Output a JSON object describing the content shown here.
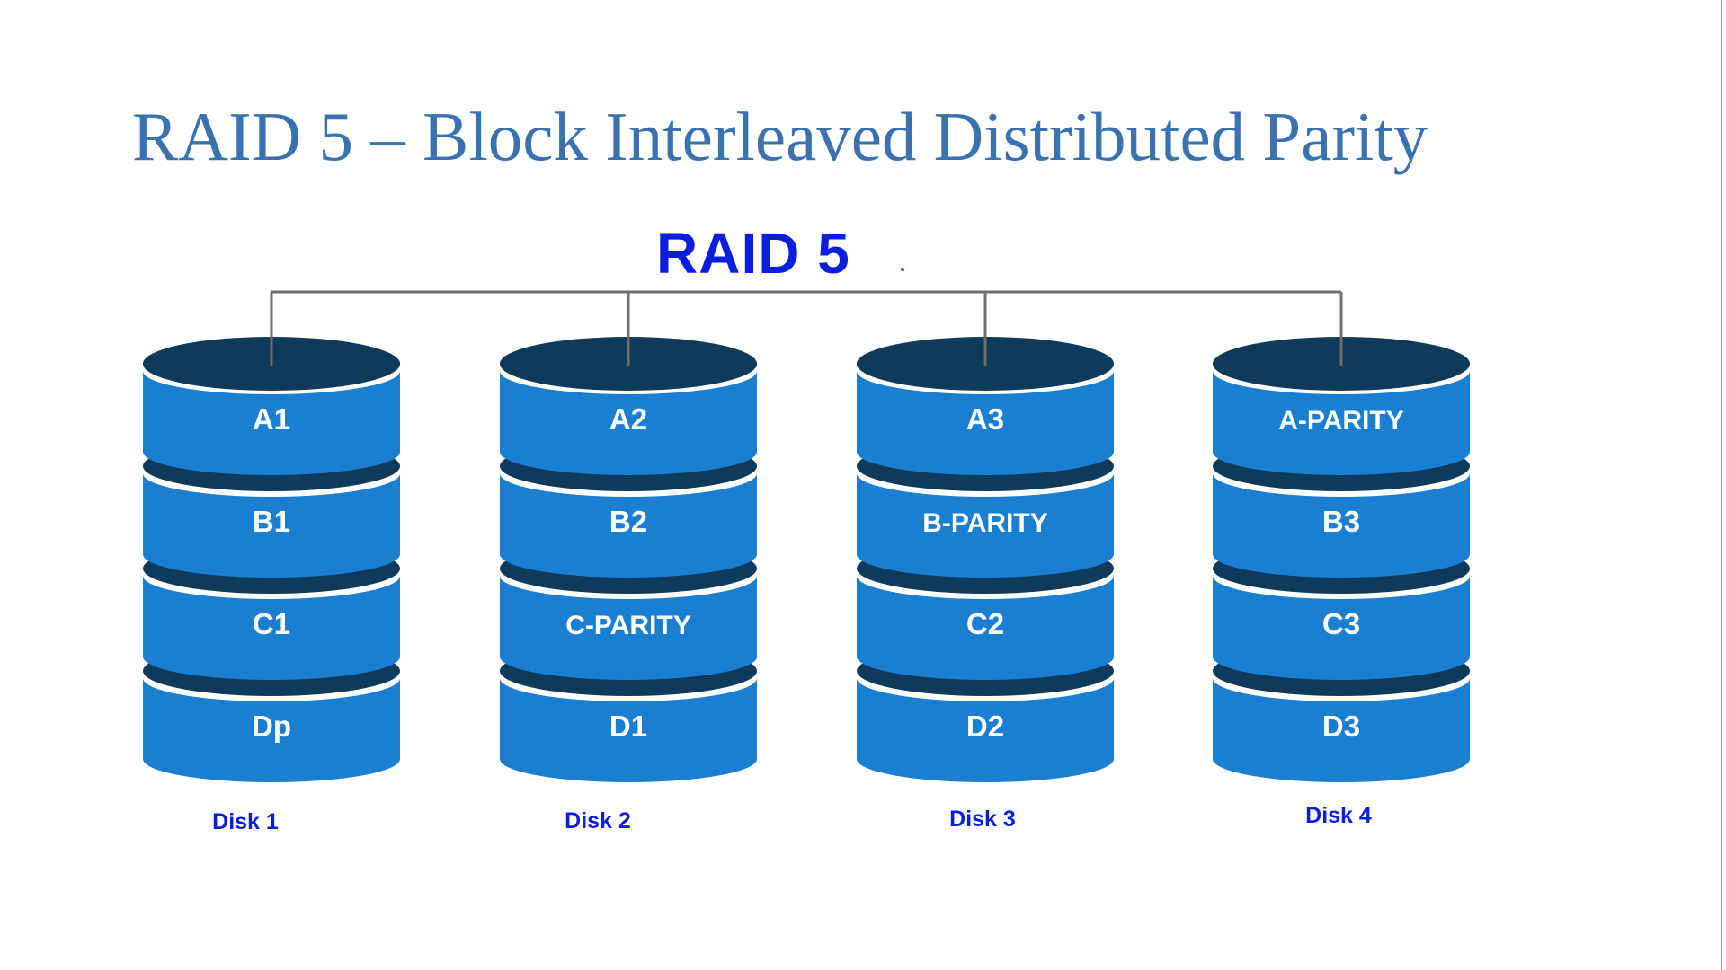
{
  "slide": {
    "title": "RAID 5 – Block Interleaved Distributed Parity"
  },
  "diagram": {
    "title": "RAID 5",
    "disks": [
      {
        "label": "Disk 1",
        "blocks": [
          "A1",
          "B1",
          "C1",
          "Dp"
        ]
      },
      {
        "label": "Disk 2",
        "blocks": [
          "A2",
          "B2",
          "C-PARITY",
          "D1"
        ]
      },
      {
        "label": "Disk 3",
        "blocks": [
          "A3",
          "B-PARITY",
          "C2",
          "D2"
        ]
      },
      {
        "label": "Disk 4",
        "blocks": [
          "A-PARITY",
          "B3",
          "C3",
          "D3"
        ]
      }
    ]
  },
  "colors": {
    "title": "#3a72b0",
    "diagram_title": "#0a1ee0",
    "cylinder_body": "#1a7fd0",
    "cylinder_top": "#0e3a5c",
    "cylinder_divider": "#0e3a5c",
    "connector": "#6e6e6e",
    "block_text": "#ffffff"
  }
}
